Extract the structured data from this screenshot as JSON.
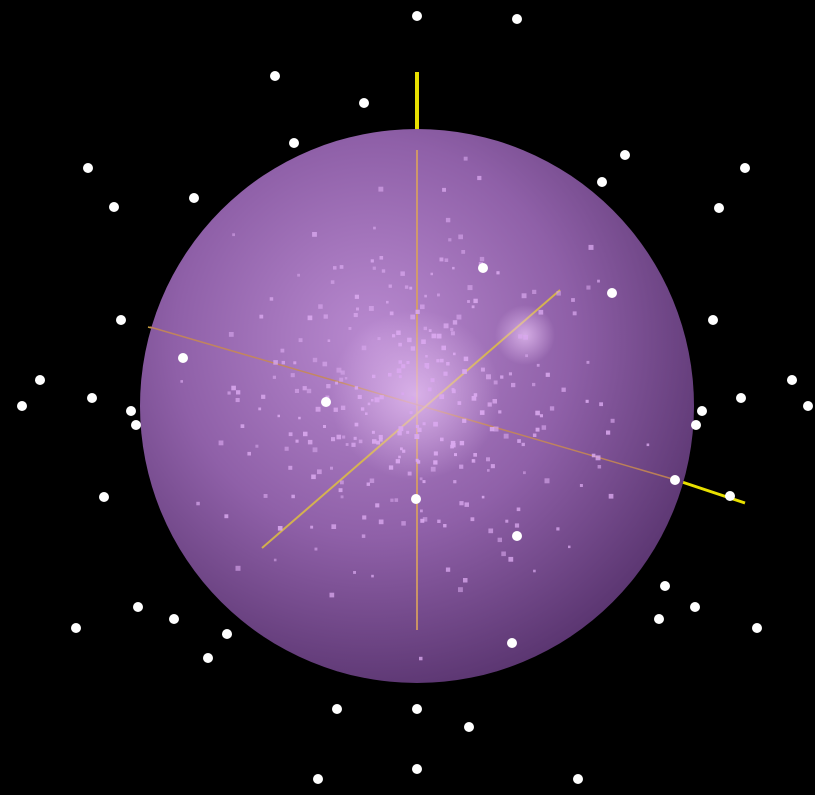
{
  "scene": {
    "background_color": "#000000",
    "sphere_color": "#8f60a8",
    "sphere_highlight_color": "#b98ad0",
    "sphere_shadow_color": "#5a3570",
    "axis_color": "#e8e000",
    "inner_point_color": "#d9a8ee",
    "outer_point_color": "#ffffff",
    "inner_point_count": 300,
    "axes": [
      "vertical-axis",
      "diagonal-axis",
      "horizontal-axis"
    ]
  }
}
